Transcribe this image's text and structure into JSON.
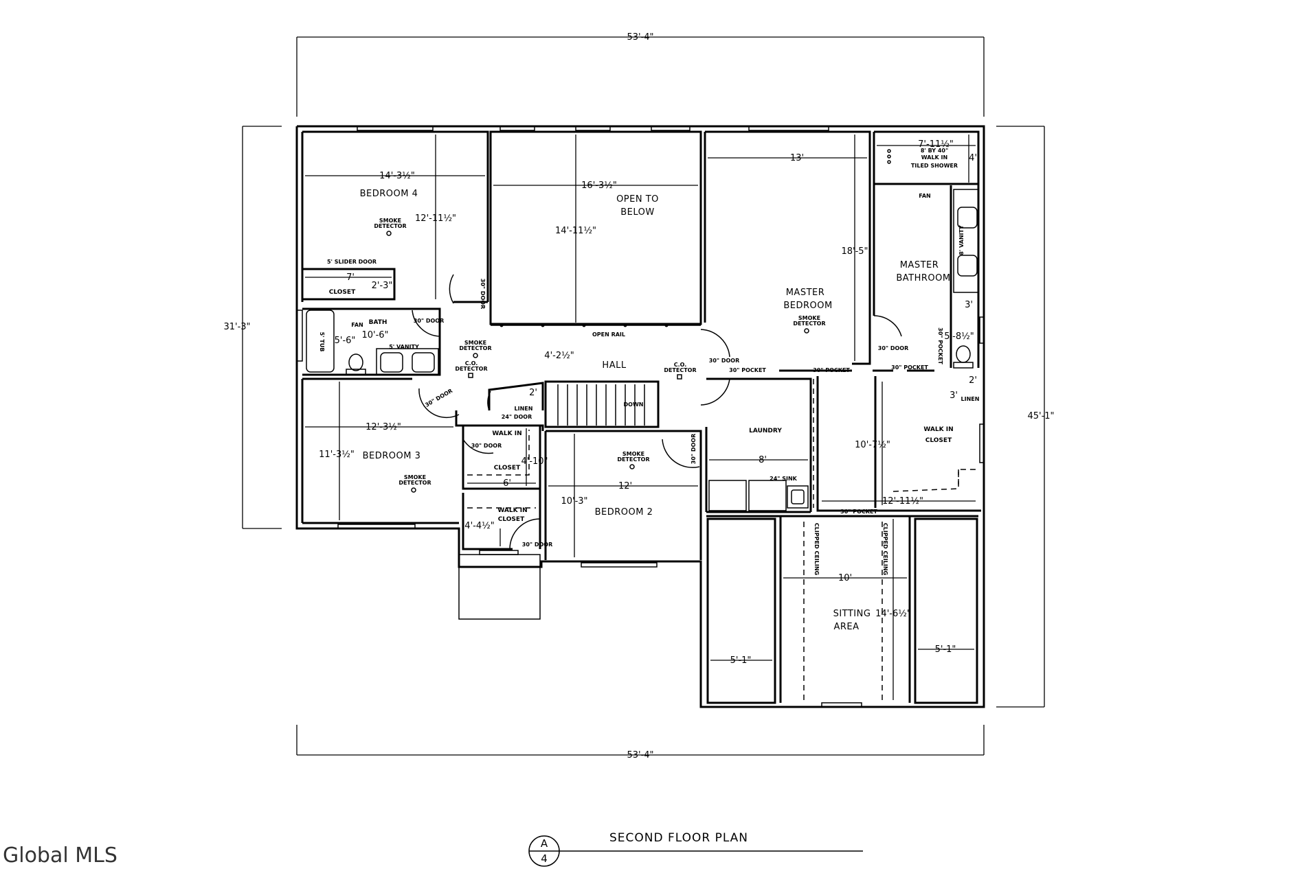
{
  "title": "SECOND FLOOR PLAN",
  "sheet": {
    "top": "A",
    "bottom": "4"
  },
  "watermark": "Global MLS",
  "overall_dims": {
    "top": "53'-4\"",
    "bottom": "53'-4\"",
    "left": "31'-3\"",
    "right": "45'-1\""
  },
  "rooms": {
    "bedroom4": "BEDROOM 4",
    "open_below_1": "OPEN TO",
    "open_below_2": "BELOW",
    "master_bed_1": "MASTER",
    "master_bed_2": "BEDROOM",
    "master_bath_1": "MASTER",
    "master_bath_2": "BATHROOM",
    "closet": "CLOSET",
    "bath": "BATH",
    "hall": "HALL",
    "bedroom3": "BEDROOM 3",
    "bedroom2": "BEDROOM 2",
    "laundry": "LAUNDRY",
    "walkin1_1": "WALK IN",
    "walkin1_2": "CLOSET",
    "walkin2_1": "WALK IN",
    "walkin2_2": "CLOSET",
    "walkin3_1": "WALK IN",
    "walkin3_2": "CLOSET",
    "sitting_1": "SITTING",
    "sitting_2": "AREA",
    "linen1_1": "LINEN",
    "linen1_2": "24\" DOOR",
    "linen2": "LINEN"
  },
  "dims": {
    "b4_w": "14'-3½\"",
    "b4_h": "12'-11½\"",
    "otb_w": "16'-3½\"",
    "otb_h": "14'-11½\"",
    "mb_w": "13'",
    "mb_h": "18'-5\"",
    "shower_w": "7'-11½\"",
    "shower_h": "4'",
    "closet_w": "7'",
    "closet_h": "2'-3\"",
    "bath_w": "10'-6\"",
    "bath_h": "5'-6\"",
    "hall_h": "4'-2½\"",
    "b3_w": "12'-3½\"",
    "b3_h": "11'-3½\"",
    "wic1_w": "6'",
    "wic1_h": "4'-10\"",
    "linen_w": "2'",
    "b2_w": "12'",
    "b2_h": "10'-3\"",
    "wic2_h": "4'-4½\"",
    "laundry_w": "8'",
    "mbath_3": "3'",
    "mbath_h2": "5'-8½\"",
    "lin2_w": "2'",
    "lin2_h": "3'",
    "wic3_h": "10'-7½\"",
    "wic3_w": "12'-11½\"",
    "sit_w": "10'",
    "sit_h": "14'-6½\"",
    "clip_left": "5'-1\"",
    "clip_right": "5'-1\""
  },
  "notes": {
    "slider": "5' SLIDER DOOR",
    "open_rail": "OPEN RAIL",
    "vanity5": "5' VANITY",
    "vanity8": "8' VANITY",
    "tub": "5' TUB",
    "fan": "FAN",
    "fan2": "FAN",
    "smoke": "SMOKE",
    "detector": "DETECTOR",
    "co": "C.O.",
    "door30": "30\" DOOR",
    "pocket30": "30\" POCKET",
    "down": "DOWN",
    "sink24": "24\" SINK",
    "clipped": "CLIPPED CEILING",
    "shower_1": "8' BY 40\"",
    "shower_2": "WALK IN",
    "shower_3": "TILED SHOWER"
  }
}
